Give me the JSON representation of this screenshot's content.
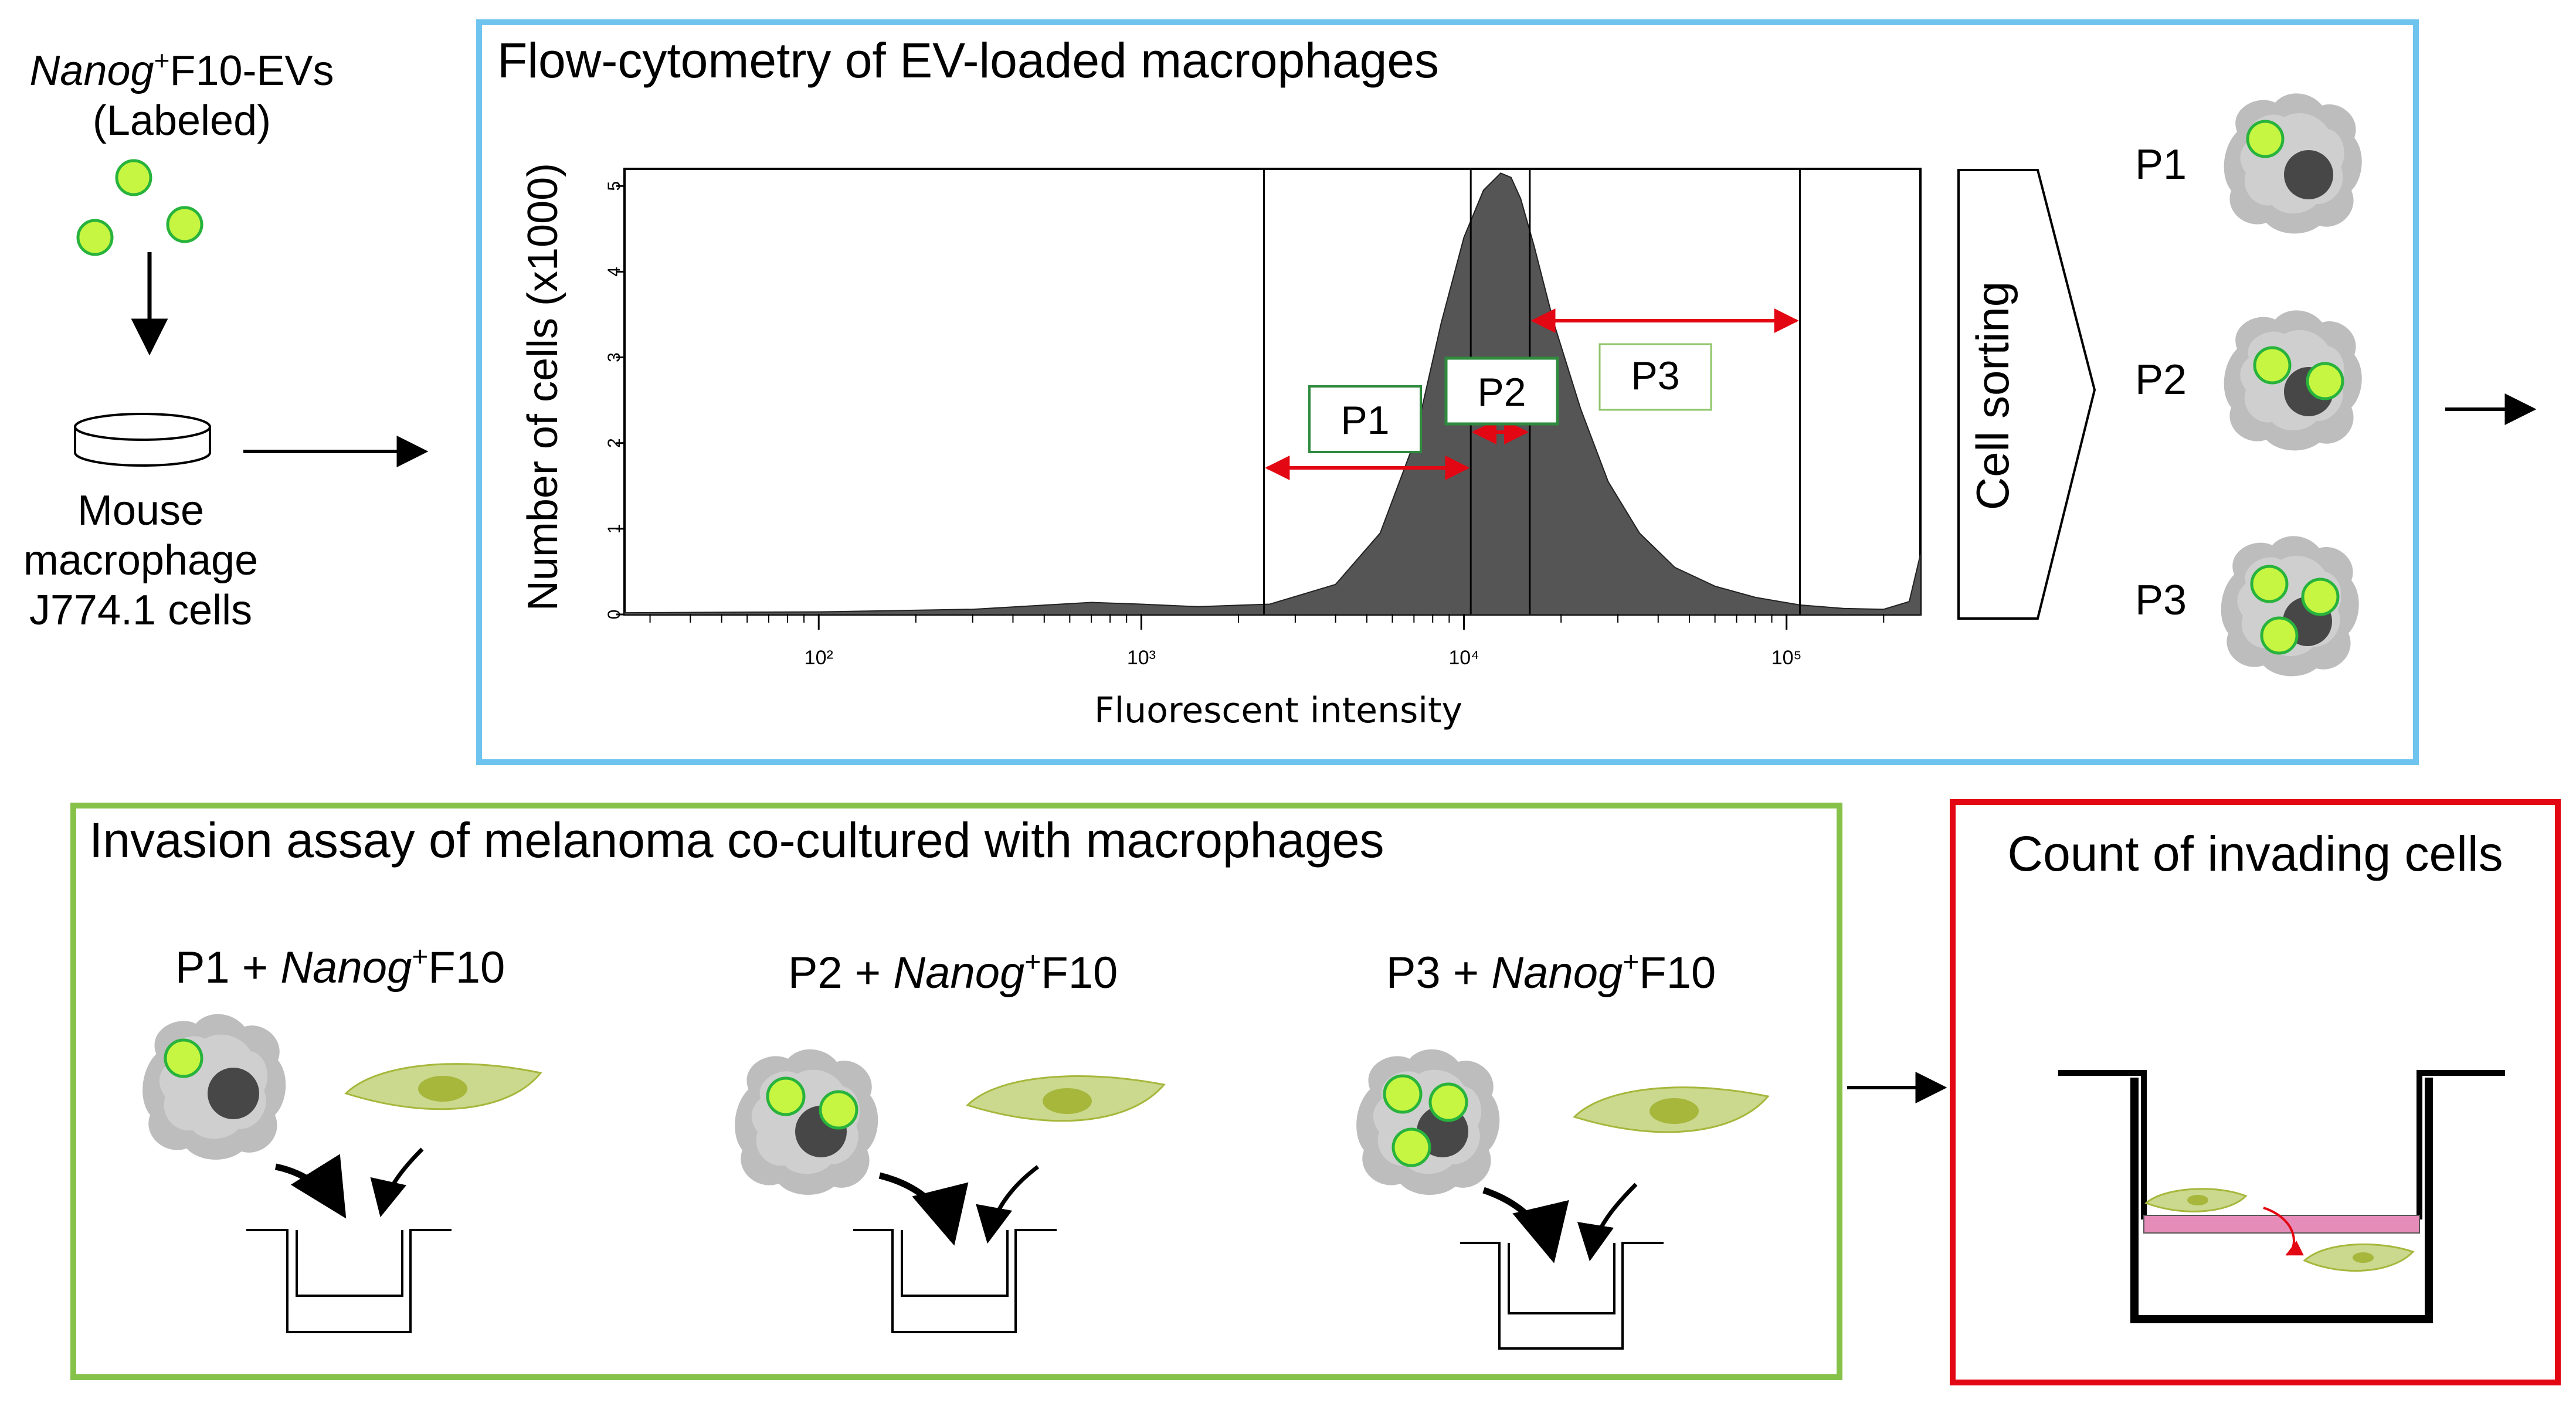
{
  "colors": {
    "ev_green": "#c6f542",
    "ev_green_stroke": "#27b33c",
    "flow_box_border": "#6ec4ee",
    "invasion_box_border": "#86c14a",
    "count_box_border": "#e30613",
    "gate_arrow_red": "#e30613",
    "histogram_fill": "#555555",
    "macrophage_gray": "#bdbdbd",
    "nucleus_dark": "#474747",
    "melanoma_fill": "#cbd98e",
    "melanoma_nucleus": "#a7b73c",
    "membrane_pink": "#e58cb9",
    "gate_label_border": "#2e8b3e"
  },
  "left_column": {
    "ev_label_prefix": "Nanog",
    "ev_label_sup": "+",
    "ev_label_suffix": "F10-EVs",
    "ev_label_line2": "(Labeled)",
    "cell_label_line1": "Mouse",
    "cell_label_line2": "macrophage",
    "cell_label_line3": "J774.1 cells",
    "dish_icon": "culture-dish-icon"
  },
  "flow_panel": {
    "title": "Flow-cytometry of EV-loaded macrophages",
    "sorting_label": "Cell sorting",
    "populations": [
      "P1",
      "P2",
      "P3"
    ]
  },
  "chart_data": {
    "type": "area",
    "title": "",
    "xlabel": "Fluorescent intensity",
    "ylabel": "Number of cells (x1000)",
    "x_scale": "log",
    "xlim": [
      25,
      260000
    ],
    "ylim": [
      0,
      5.2
    ],
    "x_tick_labels": [
      "10²",
      "10³",
      "10⁴",
      "10⁵"
    ],
    "x_tick_values": [
      100,
      1000,
      10000,
      100000
    ],
    "y_tick_labels": [
      "0",
      "1",
      "2",
      "3",
      "4",
      "5"
    ],
    "y_tick_values": [
      0,
      1,
      2,
      3,
      4,
      5
    ],
    "series": [
      {
        "x": [
          25,
          100,
          300,
          700,
          1000,
          1500,
          2500,
          4000,
          5500,
          7000,
          8500,
          10000,
          11500,
          13000,
          14000,
          15000,
          16500,
          19000,
          23000,
          28000,
          35000,
          45000,
          60000,
          80000,
          110000,
          150000,
          200000,
          240000,
          260000
        ],
        "y": [
          0.02,
          0.03,
          0.06,
          0.14,
          0.12,
          0.09,
          0.12,
          0.35,
          0.95,
          2.0,
          3.4,
          4.4,
          4.95,
          5.15,
          5.1,
          4.85,
          4.3,
          3.4,
          2.4,
          1.55,
          0.95,
          0.55,
          0.33,
          0.2,
          0.11,
          0.07,
          0.06,
          0.15,
          0.7
        ]
      }
    ],
    "gates": [
      {
        "label": "P1",
        "from": 2400,
        "to": 10500
      },
      {
        "label": "P2",
        "from": 10500,
        "to": 16000
      },
      {
        "label": "P3",
        "from": 16000,
        "to": 110000
      }
    ],
    "gate_lines": [
      2400,
      10500,
      16000,
      110000
    ],
    "grid": false
  },
  "invasion_panel": {
    "title": "Invasion assay of melanoma co-cultured with macrophages",
    "groups": [
      {
        "prefix": "P1 + ",
        "italic": "Nanog",
        "sup": "+",
        "suffix": "F10",
        "ev_count": 1
      },
      {
        "prefix": "P2 + ",
        "italic": "Nanog",
        "sup": "+",
        "suffix": "F10",
        "ev_count": 2
      },
      {
        "prefix": "P3 + ",
        "italic": "Nanog",
        "sup": "+",
        "suffix": "F10",
        "ev_count": 3
      }
    ]
  },
  "count_panel": {
    "title": "Count of invading cells"
  }
}
